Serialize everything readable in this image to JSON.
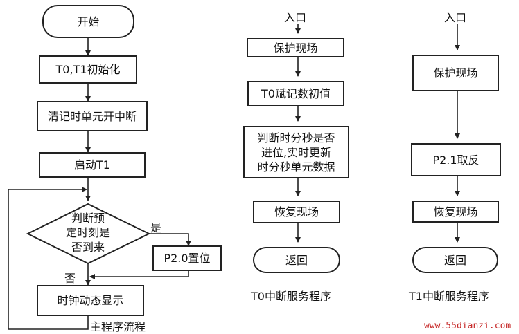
{
  "main_flow": {
    "start": "开始",
    "init": "T0,T1初始化",
    "clear": "清记时单元开中断",
    "launch": "启动T1",
    "decision": [
      "判断预",
      "定时刻是",
      "否到来"
    ],
    "yes": "是",
    "no": "否",
    "set_p20": "P2.0置位",
    "display": "时钟动态显示",
    "caption": "主程序流程"
  },
  "t0_flow": {
    "entry": "入口",
    "save": "保护现场",
    "assign": "T0赋记数初值",
    "judge": [
      "判断时分秒是否",
      "进位,实时更新",
      "时分秒单元数据"
    ],
    "restore": "恢复现场",
    "return": "返回",
    "caption": "T0中断服务程序"
  },
  "t1_flow": {
    "entry": "入口",
    "save": "保护现场",
    "toggle": "P2.1取反",
    "restore": "恢复现场",
    "return": "返回",
    "caption": "T1中断服务程序"
  },
  "watermark": "www.55dianzi.com",
  "colors": {
    "line": "#222222",
    "watermark": "#c62828"
  }
}
